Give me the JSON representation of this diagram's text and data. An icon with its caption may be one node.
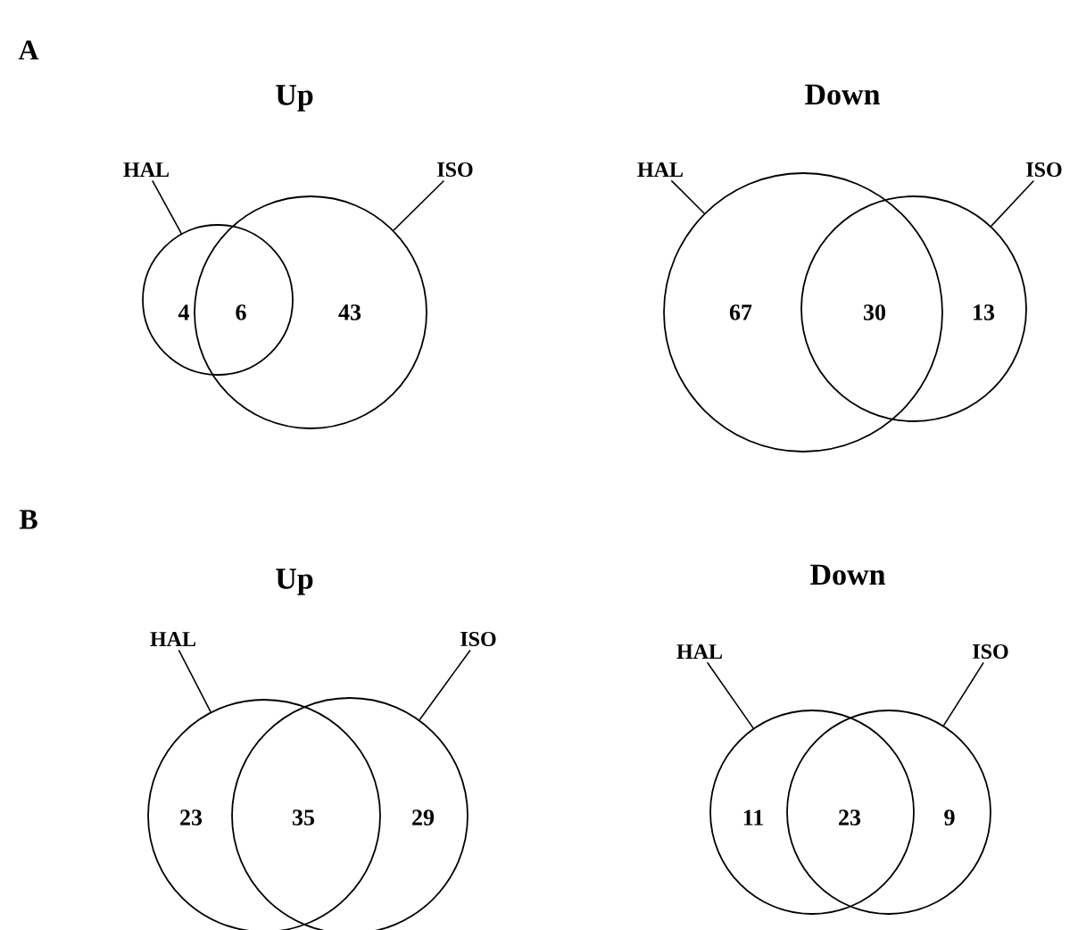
{
  "diagram": {
    "nodes": [
      {
        "text": [
          "HAL"
        ]
      },
      {
        "text": [
          "ISO"
        ]
      },
      {
        "text": [],
        "shape": "circle"
      },
      {
        "text": [],
        "shape": "circle"
      },
      {
        "text": [
          "HAL"
        ]
      },
      {
        "text": [
          "ISO"
        ]
      },
      {
        "text": [],
        "shape": "circle"
      },
      {
        "text": [],
        "shape": "circle"
      },
      {
        "text": [
          "HAL"
        ]
      },
      {
        "text": [
          "ISO"
        ]
      },
      {
        "text": [],
        "shape": "circle"
      },
      {
        "text": [],
        "shape": "circle"
      },
      {
        "text": [
          "HAL"
        ]
      },
      {
        "text": [
          "ISO"
        ]
      },
      {
        "text": [],
        "shape": "circle"
      },
      {
        "text": [],
        "shape": "circle"
      }
    ],
    "edges": [
      {
        "from": 0,
        "to": 2,
        "arrow": "none"
      },
      {
        "from": 1,
        "to": 3,
        "arrow": "none"
      },
      {
        "from": 4,
        "to": 6,
        "arrow": "none"
      },
      {
        "from": 5,
        "to": 7,
        "arrow": "none"
      },
      {
        "from": 8,
        "to": 10,
        "arrow": "none"
      },
      {
        "from": 9,
        "to": 11,
        "arrow": "none"
      },
      {
        "from": 12,
        "to": 14,
        "arrow": "none"
      },
      {
        "from": 13,
        "to": 15,
        "arrow": "none"
      }
    ],
    "labels": [
      "A",
      "Up",
      "Down",
      "4",
      "6",
      "43",
      "67",
      "30",
      "13",
      "B",
      "Up",
      "Down",
      "23",
      "35",
      "29",
      "11",
      "23",
      "9"
    ]
  }
}
